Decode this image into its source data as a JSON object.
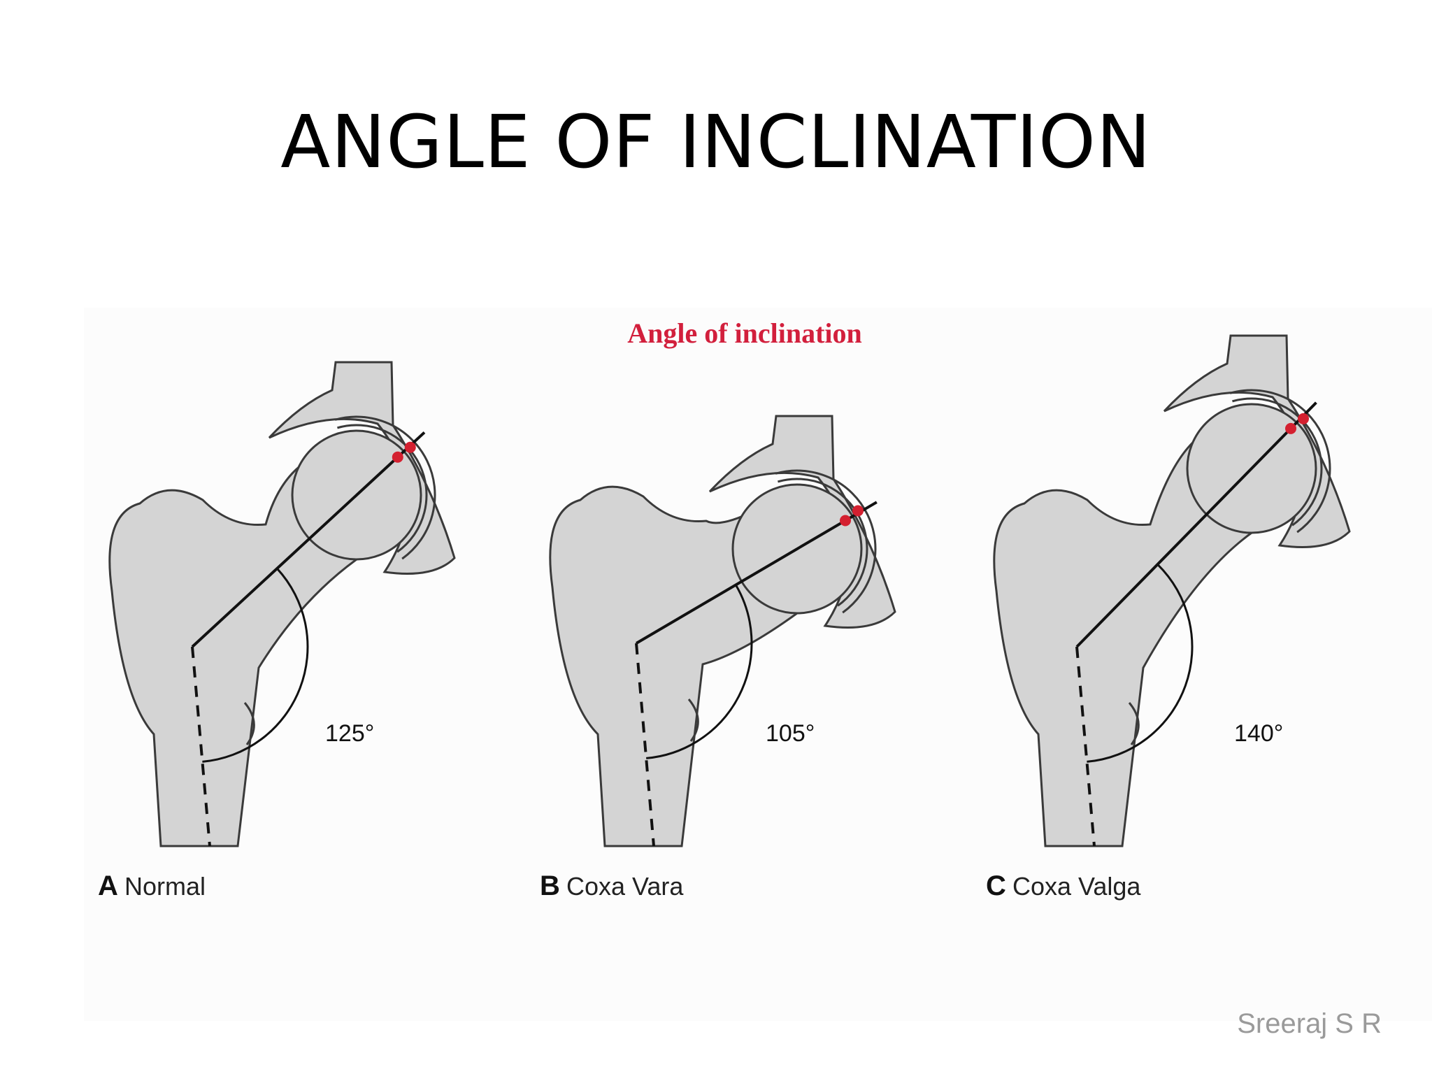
{
  "slide": {
    "title": "ANGLE OF INCLINATION",
    "credit": "Sreeraj S R"
  },
  "figure": {
    "heading": "Angle of inclination",
    "heading_color": "#d21f3c",
    "bone_fill": "#d4d4d4",
    "outline_color": "#3a3a3a",
    "marker_color": "#d42030",
    "panels": [
      {
        "letter": "A",
        "name": "Normal",
        "angle_label": "125°",
        "angle_deg": 125
      },
      {
        "letter": "B",
        "name": "Coxa Vara",
        "angle_label": "105°",
        "angle_deg": 105
      },
      {
        "letter": "C",
        "name": "Coxa Valga",
        "angle_label": "140°",
        "angle_deg": 140
      }
    ]
  }
}
